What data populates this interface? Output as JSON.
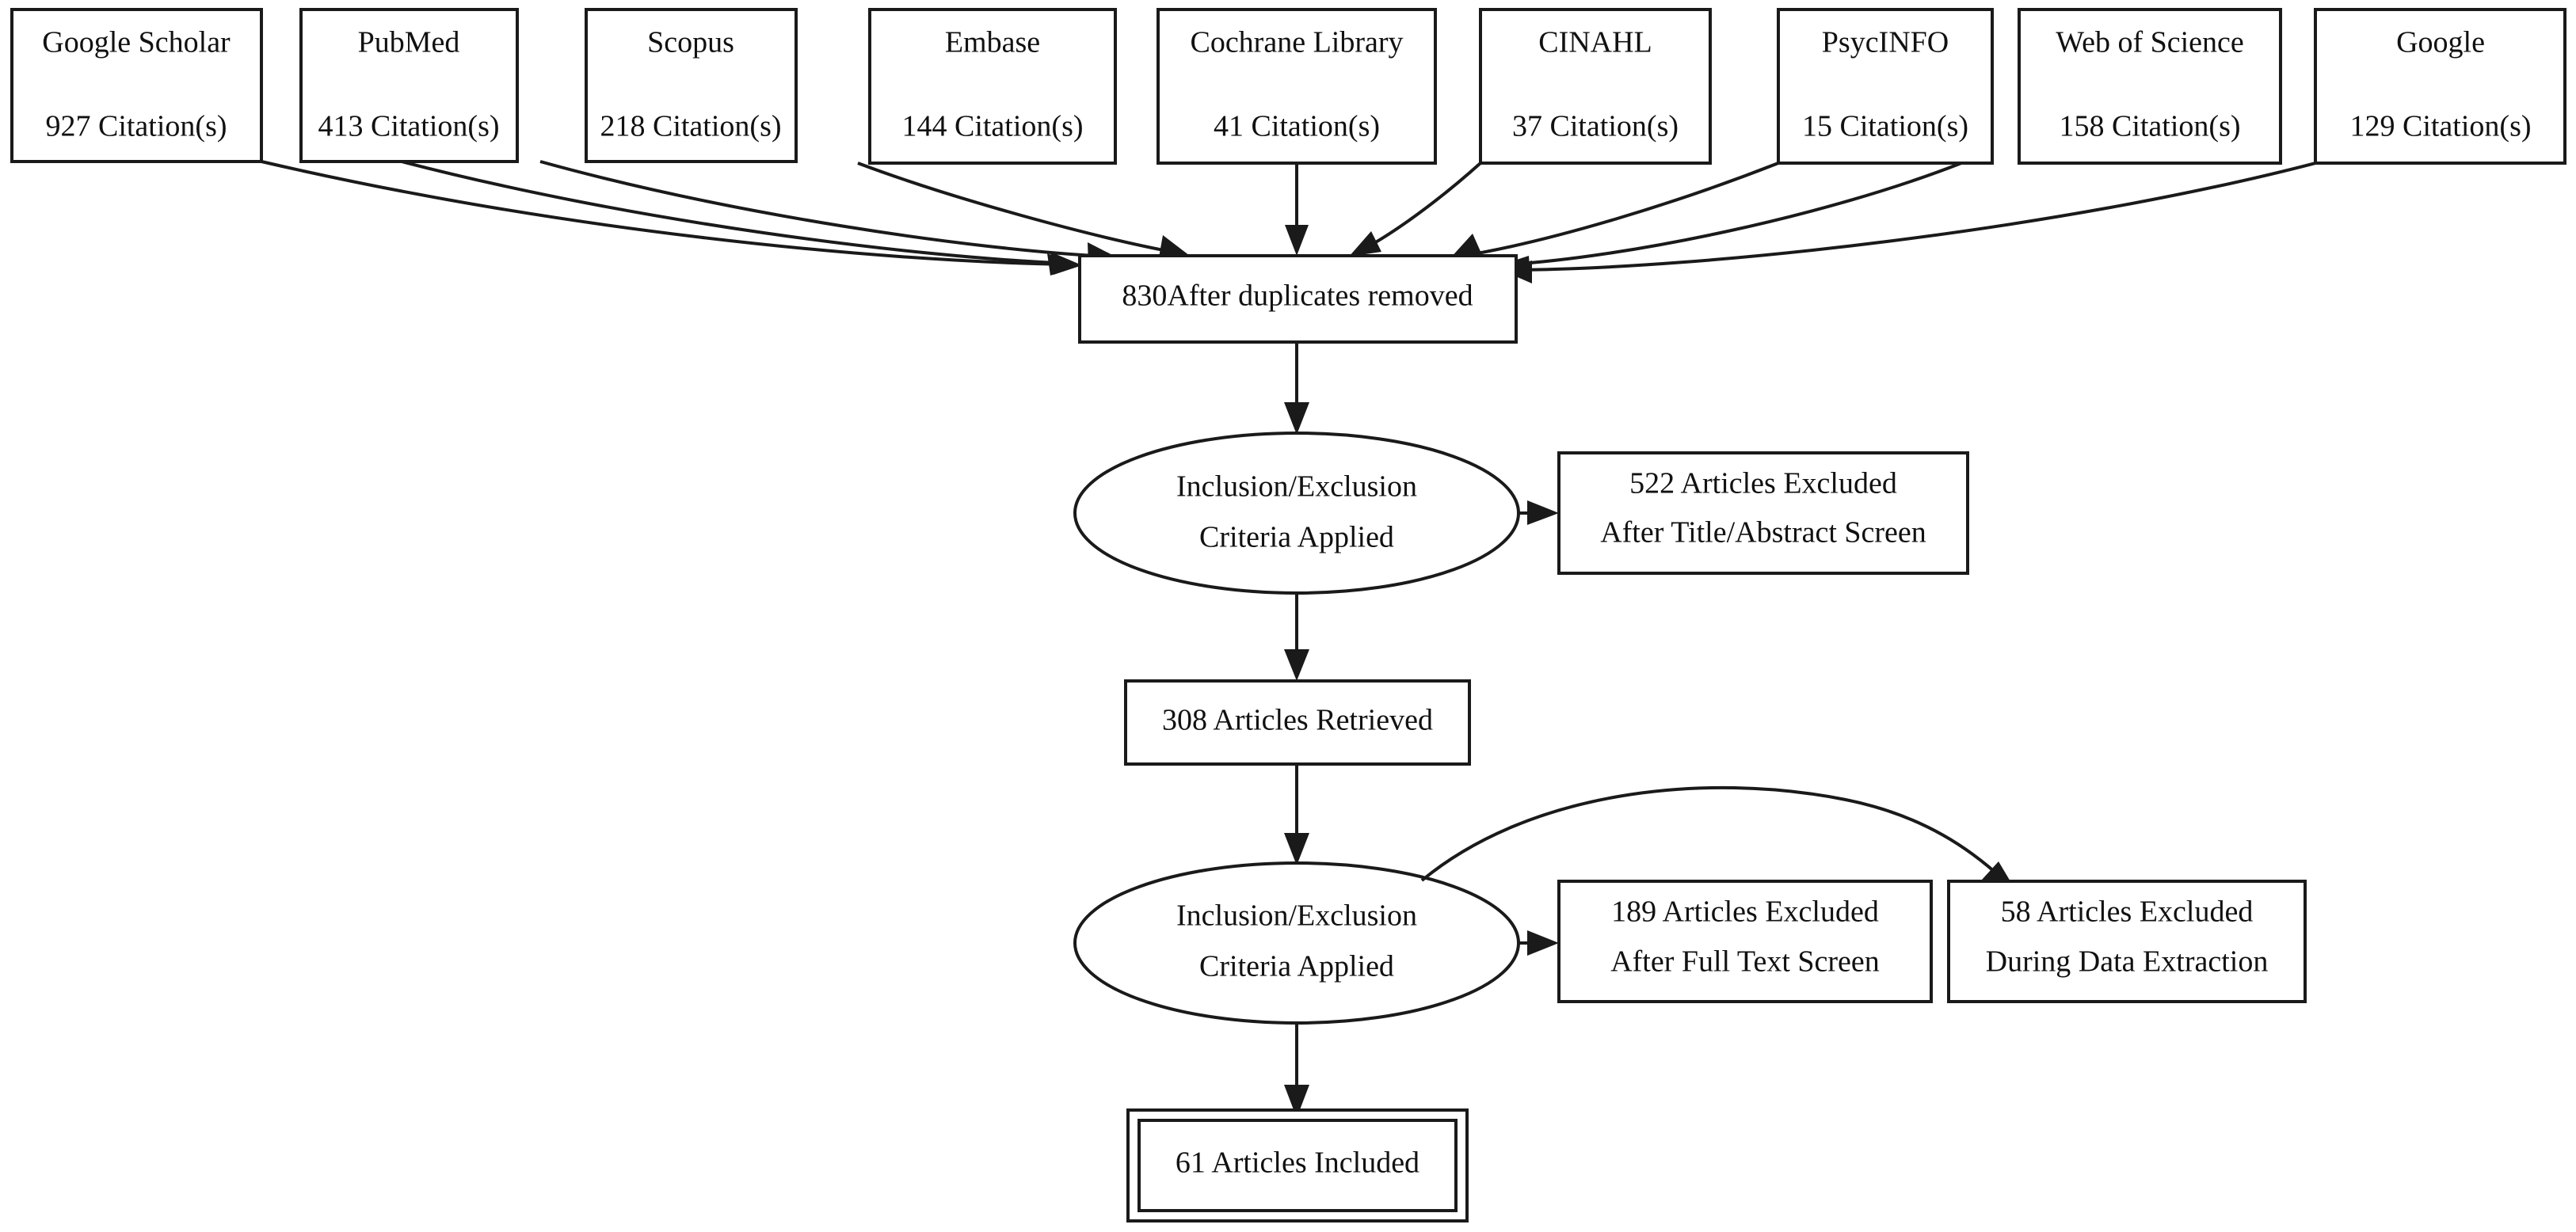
{
  "diagram": {
    "type": "prisma-flow-diagram",
    "title": "",
    "colors": {
      "background": "#ffffff",
      "stroke": "#1a1a1a",
      "text": "#111111",
      "fill": "#ffffff"
    },
    "sources": [
      {
        "id": "src-google-scholar",
        "name": "Google Scholar",
        "count_label": "927 Citation(s)",
        "count": 927
      },
      {
        "id": "src-pubmed",
        "name": "PubMed",
        "count_label": "413 Citation(s)",
        "count": 413
      },
      {
        "id": "src-scopus",
        "name": "Scopus",
        "count_label": "218 Citation(s)",
        "count": 218
      },
      {
        "id": "src-embase",
        "name": "Embase",
        "count_label": "144 Citation(s)",
        "count": 144
      },
      {
        "id": "src-cochrane-library",
        "name": "Cochrane Library",
        "count_label": "41 Citation(s)",
        "count": 41
      },
      {
        "id": "src-cinahl",
        "name": "CINAHL",
        "count_label": "37 Citation(s)",
        "count": 37
      },
      {
        "id": "src-psycinfo",
        "name": "PsycINFO",
        "count_label": "15 Citation(s)",
        "count": 15
      },
      {
        "id": "src-web-of-science",
        "name": "Web of Science",
        "count_label": "158 Citation(s)",
        "count": 158
      },
      {
        "id": "src-google",
        "name": "Google",
        "count_label": "129 Citation(s)",
        "count": 129
      }
    ],
    "stages": {
      "after_duplicates": {
        "label": "830After duplicates removed",
        "count": 830
      },
      "screen_criteria_1_line1": "Inclusion/Exclusion",
      "screen_criteria_1_line2": "Criteria Applied",
      "excluded_title_abstract_line1": "522 Articles Excluded",
      "excluded_title_abstract_line2": "After Title/Abstract Screen",
      "articles_retrieved": "308 Articles Retrieved",
      "screen_criteria_2_line1": "Inclusion/Exclusion",
      "screen_criteria_2_line2": "Criteria Applied",
      "excluded_full_text_line1": "189 Articles Excluded",
      "excluded_full_text_line2": "After Full Text Screen",
      "excluded_data_extraction_line1": "58 Articles Excluded",
      "excluded_data_extraction_line2": "During Data Extraction",
      "articles_included": "61 Articles Included"
    }
  }
}
